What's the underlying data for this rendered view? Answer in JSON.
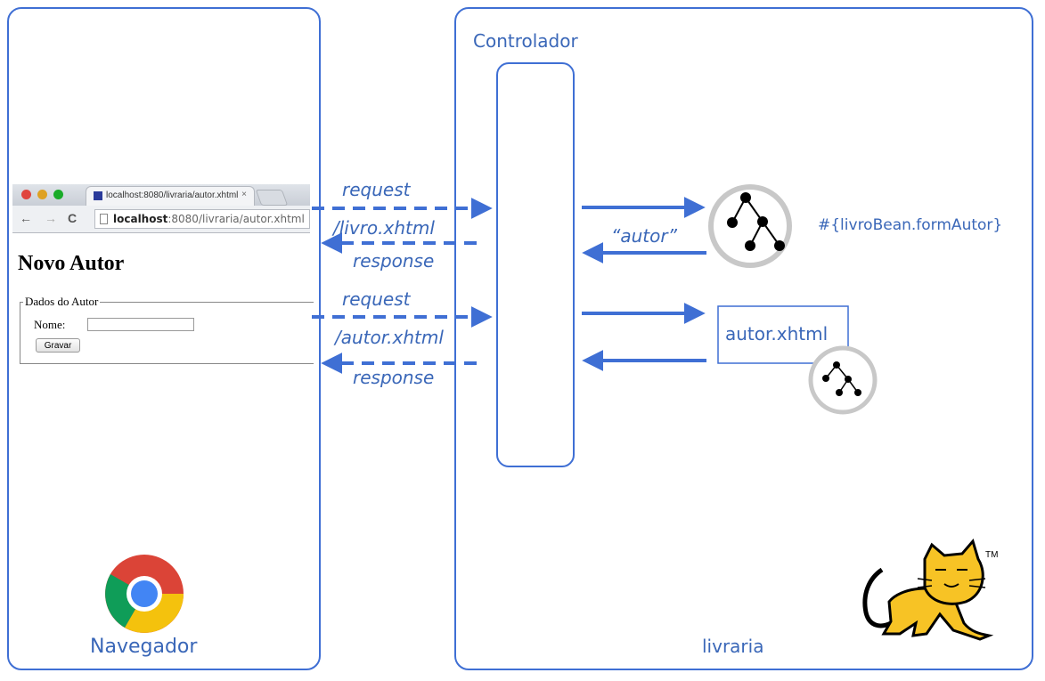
{
  "panels": {
    "browser_label": "Navegador",
    "server_label": "livraria",
    "controller_label": "Controlador"
  },
  "browser": {
    "tab_title": "localhost:8080/livraria/autor.xhtml",
    "tab_close": "×",
    "url_host": "localhost",
    "url_rest": ":8080/livraria/autor.xhtml",
    "back": "←",
    "forward": "→",
    "reload": "C",
    "page_title": "Novo Autor",
    "legend": "Dados do Autor",
    "nome_label": "Nome:",
    "button": "Gravar"
  },
  "arrows": {
    "req1": "request",
    "req1_path": "/livro.xhtml",
    "resp1": "response",
    "req2": "request",
    "req2_path": "/autor.xhtml",
    "resp2": "response",
    "return_value": "“autor”"
  },
  "bean": {
    "expression": "#{livroBean.formAutor}"
  },
  "view": {
    "file": "autor.xhtml"
  },
  "tomcat": {
    "tm": "TM"
  },
  "colors": {
    "accent": "#3f6fd4",
    "text": "#3a67b8"
  }
}
